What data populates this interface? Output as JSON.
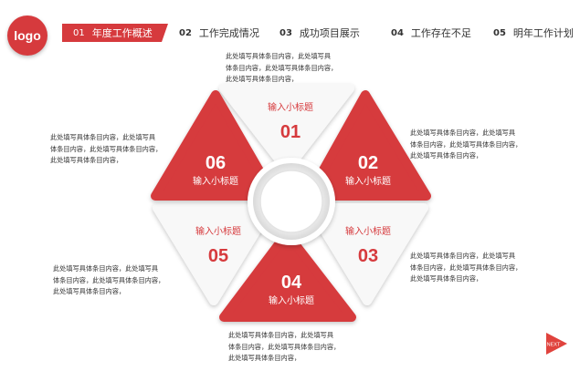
{
  "logo": "logo",
  "nav": [
    {
      "num": "01",
      "label": "年度工作概述"
    },
    {
      "num": "02",
      "label": "工作完成情况"
    },
    {
      "num": "03",
      "label": "成功项目展示"
    },
    {
      "num": "04",
      "label": "工作存在不足"
    },
    {
      "num": "05",
      "label": "明年工作计划"
    }
  ],
  "segments": [
    {
      "num": "01",
      "title": "输入小标题"
    },
    {
      "num": "02",
      "title": "输入小标题"
    },
    {
      "num": "03",
      "title": "输入小标题"
    },
    {
      "num": "04",
      "title": "输入小标题"
    },
    {
      "num": "05",
      "title": "输入小标题"
    },
    {
      "num": "06",
      "title": "输入小标题"
    }
  ],
  "paragraphs": {
    "top": "此处填写具体条目内容，此处填写具\n体条目内容，此处填写具体条目内容，\n此处填写具体条目内容，",
    "right_upper": "此处填写具体条目内容，此处填写具\n体条目内容，此处填写具体条目内容，\n此处填写具体条目内容，",
    "right_lower": "此处填写具体条目内容，此处填写具\n体条目内容，此处填写具体条目内容，\n此处填写具体条目内容，",
    "bottom": "此处填写具体条目内容，此处填写具\n体条目内容，此处填写具体条目内容，\n此处填写具体条目内容，",
    "left_lower": "此处填写具体条目内容，此处填写具\n体条目内容，此处填写具体条目内容，\n此处填写具体条目内容，",
    "left_upper": "此处填写具体条目内容，此处填写具\n体条目内容，此处填写具体条目内容，\n此处填写具体条目内容，"
  },
  "next_label": "NEXT",
  "colors": {
    "accent": "#d63a3d",
    "white_segment": "#f8f8f8"
  }
}
